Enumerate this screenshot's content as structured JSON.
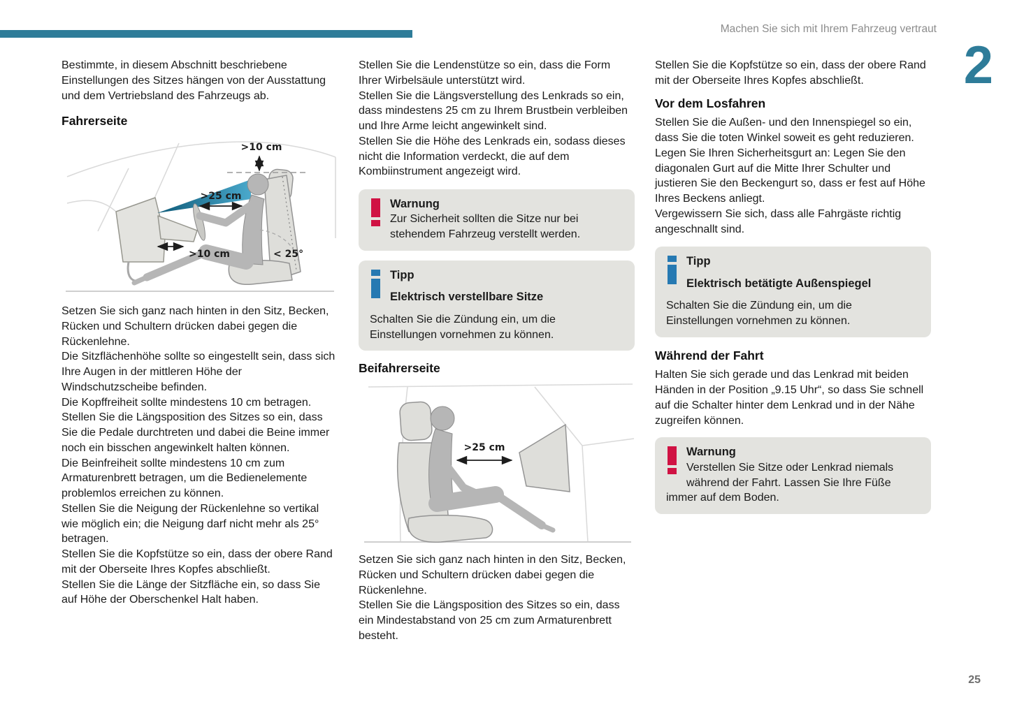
{
  "page": {
    "header": "Machen Sie sich mit Ihrem Fahrzeug vertraut",
    "chapter_number": "2",
    "page_number": "25"
  },
  "colors": {
    "teal": "#2e7c99",
    "warning_red": "#d01243",
    "tip_blue": "#2679b2",
    "box_gray": "#e3e3df",
    "header_gray": "#8c8c8c"
  },
  "left_column": {
    "intro": "Bestimmte, in diesem Abschnitt beschriebene Einstellungen des Sitzes hängen von der Ausstattung und dem Vertriebsland des Fahrzeugs ab.",
    "heading": "Fahrerseite",
    "figure_labels": {
      "headroom": ">10 cm",
      "chest_distance": ">25 cm",
      "knee_clearance": ">10 cm",
      "backrest_angle": "< 25°"
    },
    "body": [
      "Setzen Sie sich ganz nach hinten in den Sitz, Becken, Rücken und Schultern drücken dabei gegen die Rückenlehne.",
      "Die Sitzflächenhöhe sollte so eingestellt sein, dass sich Ihre Augen in der mittleren Höhe der Windschutzscheibe befinden.",
      "Die Kopffreiheit sollte mindestens 10 cm betragen.",
      "Stellen Sie die Längsposition des Sitzes so ein, dass Sie die Pedale durchtreten und dabei die Beine immer noch ein bisschen angewinkelt halten können.",
      "Die Beinfreiheit sollte mindestens 10 cm zum Armaturenbrett betragen, um die Bedienelemente problemlos erreichen zu können.",
      "Stellen Sie die Neigung der Rückenlehne so vertikal wie möglich ein; die Neigung darf nicht mehr als 25° betragen.",
      "Stellen Sie die Kopfstütze so ein, dass der obere Rand mit der Oberseite Ihres Kopfes abschließt.",
      "Stellen Sie die Länge der Sitzfläche ein, so dass Sie auf Höhe der Oberschenkel Halt haben."
    ]
  },
  "middle_column": {
    "body_top": [
      "Stellen Sie die Lendenstütze so ein, dass die Form Ihrer Wirbelsäule unterstützt wird.",
      "Stellen Sie die Längsverstellung des Lenkrads so ein, dass mindestens 25 cm zu Ihrem Brustbein verbleiben und Ihre Arme leicht angewinkelt sind.",
      "Stellen Sie die Höhe des Lenkrads ein, sodass dieses nicht die Information verdeckt, die auf dem Kombiinstrument angezeigt wird."
    ],
    "warning": {
      "title": "Warnung",
      "text": "Zur Sicherheit sollten die Sitze nur bei stehendem Fahrzeug verstellt werden."
    },
    "tip": {
      "title": "Tipp",
      "subtitle": "Elektrisch verstellbare Sitze",
      "text": "Schalten Sie die Zündung ein, um die Einstellungen vornehmen zu können."
    },
    "heading": "Beifahrerseite",
    "figure_labels": {
      "chest_distance": ">25 cm"
    },
    "body_bottom": [
      "Setzen Sie sich ganz nach hinten in den Sitz, Becken, Rücken und Schultern drücken dabei gegen die Rückenlehne.",
      "Stellen Sie die Längsposition des Sitzes so ein, dass ein Mindestabstand von 25 cm zum Armaturenbrett besteht."
    ]
  },
  "right_column": {
    "body_top": "Stellen Sie die Kopfstütze so ein, dass der obere Rand mit der Oberseite Ihres Kopfes abschließt.",
    "heading1": "Vor dem Losfahren",
    "body1": [
      "Stellen Sie die Außen- und den Innenspiegel so ein, dass Sie die toten Winkel soweit es geht reduzieren.",
      "Legen Sie Ihren Sicherheitsgurt an: Legen Sie den diagonalen Gurt auf die Mitte Ihrer Schulter und justieren Sie den Beckengurt so, dass er fest auf Höhe Ihres Beckens anliegt.",
      "Vergewissern Sie sich, dass alle Fahrgäste richtig angeschnallt sind."
    ],
    "tip": {
      "title": "Tipp",
      "subtitle": "Elektrisch betätigte Außenspiegel",
      "text": "Schalten Sie die Zündung ein, um die Einstellungen vornehmen zu können."
    },
    "heading2": "Während der Fahrt",
    "body2": "Halten Sie sich gerade und das Lenkrad mit beiden Händen in der Position „9.15 Uhr“, so dass Sie schnell auf die Schalter hinter dem Lenkrad und in der Nähe zugreifen können.",
    "warning": {
      "title": "Warnung",
      "text": "Verstellen Sie Sitze oder Lenkrad niemals während der Fahrt. Lassen Sie Ihre Füße immer auf dem Boden."
    }
  }
}
